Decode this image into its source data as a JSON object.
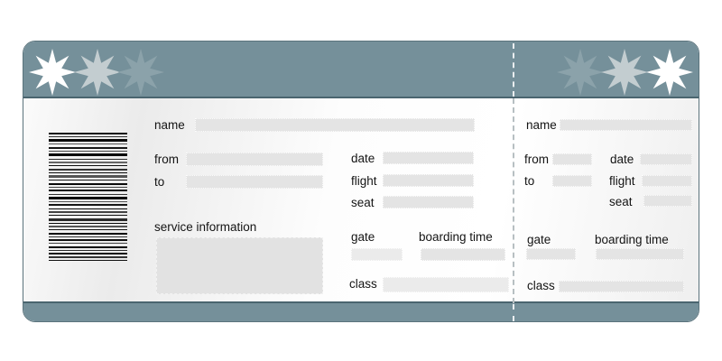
{
  "colors": {
    "band": "#75909a",
    "band_edge": "#4a656f",
    "ticket_outline": "#5b737c",
    "field_fill": "#e4e4e4",
    "stars": [
      "#ffffff",
      "#c3cdd0",
      "#8ba2aa"
    ]
  },
  "labels": {
    "name": "name",
    "from": "from",
    "to": "to",
    "date": "date",
    "flight": "flight",
    "seat": "seat",
    "gate": "gate",
    "boarding_time": "boarding time",
    "class": "class",
    "service_information": "service information"
  },
  "main_coupon": {
    "fields": {
      "name": "",
      "from": "",
      "to": "",
      "date": "",
      "flight": "",
      "seat": "",
      "gate": "",
      "boarding_time": "",
      "class": "",
      "service_information": ""
    }
  },
  "stub": {
    "fields": {
      "name": "",
      "from": "",
      "date": "",
      "to": "",
      "flight": "",
      "seat": "",
      "gate": "",
      "boarding_time": "",
      "class": ""
    }
  },
  "barcode": {
    "orientation": "horizontal",
    "stripes": [
      [
        2,
        2,
        "#101010"
      ],
      [
        1,
        2,
        "#303030"
      ],
      [
        3,
        2,
        "#0a0a0a"
      ],
      [
        1,
        3,
        "#555555"
      ],
      [
        2,
        2,
        "#161616"
      ],
      [
        1,
        2,
        "#444444"
      ],
      [
        3,
        3,
        "#0a0a0a"
      ],
      [
        1,
        2,
        "#2a2a2a"
      ],
      [
        2,
        2,
        "#666666"
      ],
      [
        1,
        3,
        "#111111"
      ],
      [
        2,
        2,
        "#333333"
      ],
      [
        1,
        2,
        "#0a0a0a"
      ],
      [
        3,
        2,
        "#555555"
      ],
      [
        1,
        3,
        "#161616"
      ],
      [
        2,
        2,
        "#0a0a0a"
      ],
      [
        1,
        2,
        "#444444"
      ],
      [
        2,
        3,
        "#111111"
      ],
      [
        1,
        2,
        "#333333"
      ],
      [
        3,
        2,
        "#0a0a0a"
      ],
      [
        1,
        2,
        "#555555"
      ],
      [
        2,
        3,
        "#161616"
      ],
      [
        1,
        2,
        "#0a0a0a"
      ],
      [
        2,
        2,
        "#444444"
      ],
      [
        1,
        3,
        "#111111"
      ],
      [
        3,
        2,
        "#2a2a2a"
      ],
      [
        1,
        2,
        "#0a0a0a"
      ],
      [
        2,
        2,
        "#555555"
      ],
      [
        1,
        3,
        "#161616"
      ],
      [
        2,
        2,
        "#0a0a0a"
      ],
      [
        1,
        2,
        "#333333"
      ],
      [
        2,
        2,
        "#111111"
      ],
      [
        1,
        3,
        "#444444"
      ],
      [
        2,
        2,
        "#0a0a0a"
      ],
      [
        1,
        2,
        "#2a2a2a"
      ],
      [
        2,
        2,
        "#111111"
      ],
      [
        2,
        2,
        "#333333"
      ],
      [
        1,
        0,
        "#111111"
      ]
    ]
  }
}
